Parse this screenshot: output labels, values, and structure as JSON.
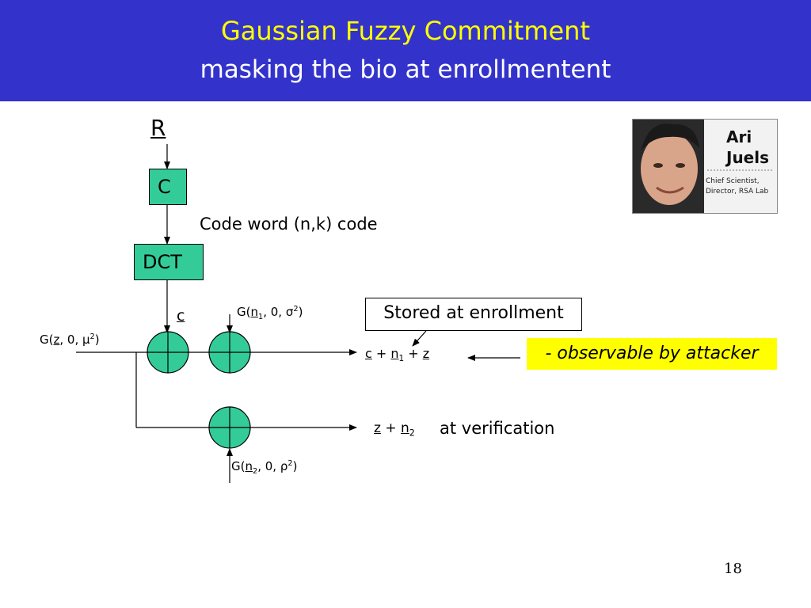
{
  "slide": {
    "title_line1": "Gaussian Fuzzy Commitment",
    "title_line2": "masking the bio at enrollmentent",
    "page_number": "18"
  },
  "diagram": {
    "input_label": "R",
    "c_box_label": "C",
    "codeword_label": "Code word (n,k) code",
    "dct_box_label": "DCT",
    "c_vector_label": "c",
    "noise_z": {
      "prefix": "G(",
      "var": "z",
      "suffix": ", 0, μ",
      "sup": "2",
      "close": ")"
    },
    "noise_n1": {
      "prefix": "G(",
      "var": "n",
      "sub": "1",
      "suffix": ", 0, σ",
      "sup": "2",
      "close": ")"
    },
    "noise_n2": {
      "prefix": "G(",
      "var": "n",
      "sub": "2",
      "suffix": ", 0, ρ",
      "sup": "2",
      "close": ")"
    },
    "stored_label": "Stored at enrollment",
    "output_enroll": {
      "c": "c",
      "plus1": " + ",
      "n": "n",
      "n_sub": "1",
      "plus2": " + ",
      "z": "z"
    },
    "observable_label": "- observable by attacker",
    "output_verify": {
      "z": "z",
      "plus": " + ",
      "n": "n",
      "n_sub": "2"
    },
    "verify_label": "at verification"
  },
  "photo": {
    "name_line1": "Ari",
    "name_line2": "Juels",
    "caption_line1": "Chief Scientist,",
    "caption_line2": "Director, RSA Lab"
  },
  "colors": {
    "header_bg": "#3333cc",
    "title1": "#ffff00",
    "title2": "#ffffff",
    "box_fill": "#33cc99",
    "highlight": "#ffff00"
  }
}
